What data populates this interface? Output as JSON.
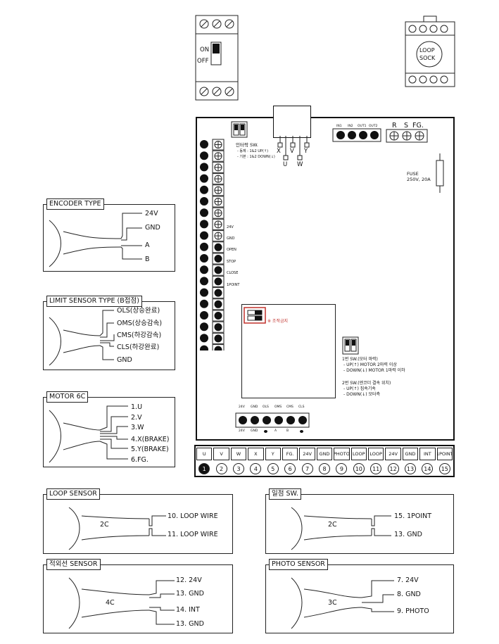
{
  "breaker": {
    "on": "ON",
    "off": "OFF"
  },
  "loop_sock": {
    "line1": "LOOP",
    "line2": "SOCK"
  },
  "top_terminals": {
    "labels": [
      "IN1",
      "IN2",
      "OUT1",
      "OUT2"
    ]
  },
  "power": {
    "r": "R",
    "s": "S",
    "fg": "FG."
  },
  "motor_pins": {
    "x": "X",
    "v": "V",
    "y": "Y",
    "u": "U",
    "w": "W"
  },
  "inverter_sw": {
    "title": "인터락 SW.",
    "line1": "- 동체 : 1&2 UP(↑)",
    "line2": "- 기본 : 1&2 DOWN(↓)"
  },
  "fuse": {
    "line1": "FUSE",
    "line2": "250V, 20A"
  },
  "left_labels": {
    "v24": "24V",
    "gnd": "GND",
    "open": "OPEN",
    "stop": "STOP",
    "close": "CLOSE",
    "point": "1POINT"
  },
  "install_note": "※ 조작금지",
  "sw1": {
    "title": "1번 SW.(모터 마력)",
    "up": "- UP(↑) MOTOR 2마력 이상",
    "down": "- DOWN(↓) MOTOR 1마력 이하"
  },
  "sw2": {
    "title": "2번 SW.(엔코더 결속 위치)",
    "up": "- UP(↑) 집속기속",
    "down": "- DOWN(↓) 모터측"
  },
  "encoder_conn": {
    "top": [
      "24V",
      "GND",
      "OLS",
      "OMS",
      "CMS",
      "CLS"
    ],
    "bottom": [
      "24V",
      "GND",
      "",
      "A",
      "B",
      ""
    ]
  },
  "bottom_strip": {
    "labels": [
      "U",
      "V",
      "W",
      "X",
      "Y",
      "FG.",
      "24V",
      "GND",
      "PHOTO",
      "LOOP",
      "LOOP",
      "24V",
      "GND",
      "INT",
      "1POINT"
    ],
    "numbers": [
      "1",
      "2",
      "3",
      "4",
      "5",
      "6",
      "7",
      "8",
      "9",
      "10",
      "11",
      "12",
      "13",
      "14",
      "15"
    ]
  },
  "encoder_type": {
    "title": "ENCODER TYPE",
    "wires": [
      "24V",
      "GND",
      "A",
      "B"
    ]
  },
  "limit_sensor": {
    "title": "LIMIT SENSOR TYPE (B접점)",
    "wires": [
      "OLS(상승완료)",
      "OMS(상승감속)",
      "CMS(하강감속)",
      "CLS(하강완료)",
      "GND"
    ]
  },
  "motor6c": {
    "title": "MOTOR 6C",
    "wires": [
      "1.U",
      "2.V",
      "3.W",
      "4.X(BRAKE)",
      "5.Y(BRAKE)",
      "6.FG."
    ]
  },
  "loop_sensor": {
    "title": "LOOP SENSOR",
    "cable": "2C",
    "wires": [
      "10. LOOP WIRE",
      "11. LOOP WIRE"
    ]
  },
  "point_sw": {
    "title": "일점 SW.",
    "cable": "2C",
    "wires": [
      "15. 1POINT",
      "13. GND"
    ]
  },
  "ir_sensor": {
    "title": "적외선 SENSOR",
    "cable": "4C",
    "wires": [
      "12. 24V",
      "13. GND",
      "14. INT",
      "13. GND"
    ]
  },
  "photo_sensor": {
    "title": "PHOTO SENSOR",
    "cable": "3C",
    "wires": [
      "7. 24V",
      "8. GND",
      "9. PHOTO"
    ]
  }
}
